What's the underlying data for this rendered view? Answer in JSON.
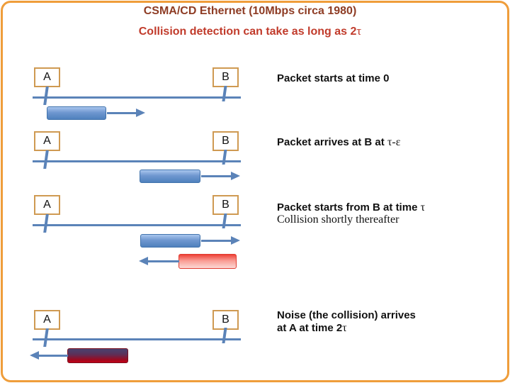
{
  "slide": {
    "title": "CSMA/CD Ethernet (10Mbps circa 1980)",
    "subtitle": {
      "pre": "Collision detection can take as long as 2",
      "greek": "τ"
    },
    "node_a_label": "A",
    "node_b_label": "B",
    "rows": {
      "row1": {
        "caption": "Packet starts at time 0"
      },
      "row2": {
        "caption_pre": "Packet arrives at B at ",
        "caption_greek": "τ-ε"
      },
      "row3": {
        "line1_pre": "Packet starts from B at time ",
        "line1_greek": "τ",
        "line2": "Collision shortly thereafter"
      },
      "row4": {
        "line1": "Noise (the collision) arrives",
        "line2_pre": "at A at time 2",
        "line2_greek": "τ"
      }
    },
    "colors": {
      "page_border": "#ef9d3a",
      "title_text": "#8e3c24",
      "subtitle_text": "#c13b2b",
      "node_box_border": "#cf9a52",
      "wire_blue": "#5b83b8",
      "packet_blue_top": "#a9c6ee",
      "packet_blue_bottom": "#4f81bd",
      "packet_red_top": "#ee4137",
      "packet_red_bottom": "#fcd9d5",
      "noise_packet_top": "#4a4270",
      "noise_packet_bottom": "#c40016",
      "caption_text": "#111111"
    }
  }
}
